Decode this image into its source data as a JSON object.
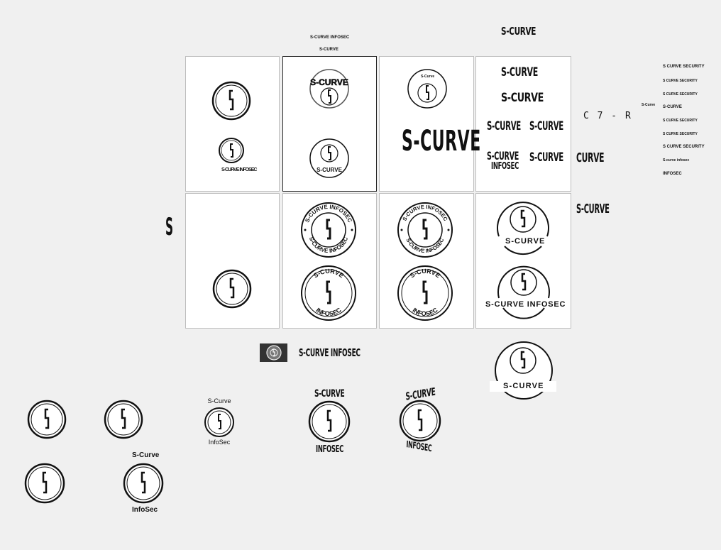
{
  "labels": {
    "top_small_1": "S-CURVE INFOSEC",
    "top_small_2": "S-CURVE",
    "top_wordmark": "S-CURVE",
    "cell_a_caption": "S-CURVE INFOSEC",
    "cell_c_mini": "S-Curve",
    "cell_c_big": "S-CURVE",
    "cell_d_1": "S-CURVE",
    "cell_d_2": "S-CURVE",
    "cell_d_3": "S-CURVE",
    "cell_d_4": "S-CURVE",
    "cell_d_5": "S-CURVE",
    "cell_d_5b": "INFOSEC",
    "cell_d_6": "S-CURVE",
    "ring_top_f": "S-CURVE INFOSEC",
    "ring_bot_f": "S-CURVE INFOSEC",
    "ring_top_g": "S-CURVE INFOSEC",
    "ring_bot_g": "S-CURVE INFOSEC",
    "seal_top_f": "S-CURVE",
    "seal_bot_f": "INFOSEC",
    "seal_top_g": "S-CURVE",
    "seal_bot_g": "INFOSEC",
    "banner_h1": "S-CURVE",
    "banner_h2": "S-CURVE INFOSEC",
    "strip_wordmark": "S-CURVE INFOSEC",
    "big_banner": "S-CURVE",
    "side_glyph_row": "C 7 - R",
    "side_curve_1": "CURVE",
    "side_curve_2": "S-CURVE",
    "right_list": [
      "S CURVE SECURITY",
      "S CURVE SECURITY",
      "S CURVE SECURITY",
      "S-CURVE",
      "S CURVE SECURITY",
      "S CURVE SECURITY",
      "S CURVE SECURITY",
      "S-curve infosec",
      "INFOSEC"
    ],
    "right_list_side": "S-Curve",
    "bottom_sc_top": "S-Curve",
    "bottom_sc_bot": "InfoSec",
    "bottom_b_top": "S-CURVE",
    "bottom_b_bot": "INFOSEC",
    "bottom_c_top": "S-CURVE",
    "bottom_c_bot": "INFOSEC",
    "bottom_d_top": "S-Curve",
    "bottom_d_bot": "InfoSec",
    "left_s": "S"
  },
  "colors": {
    "canvas": "#f0f0f0",
    "panel": "#ffffff",
    "ink": "#111111"
  }
}
